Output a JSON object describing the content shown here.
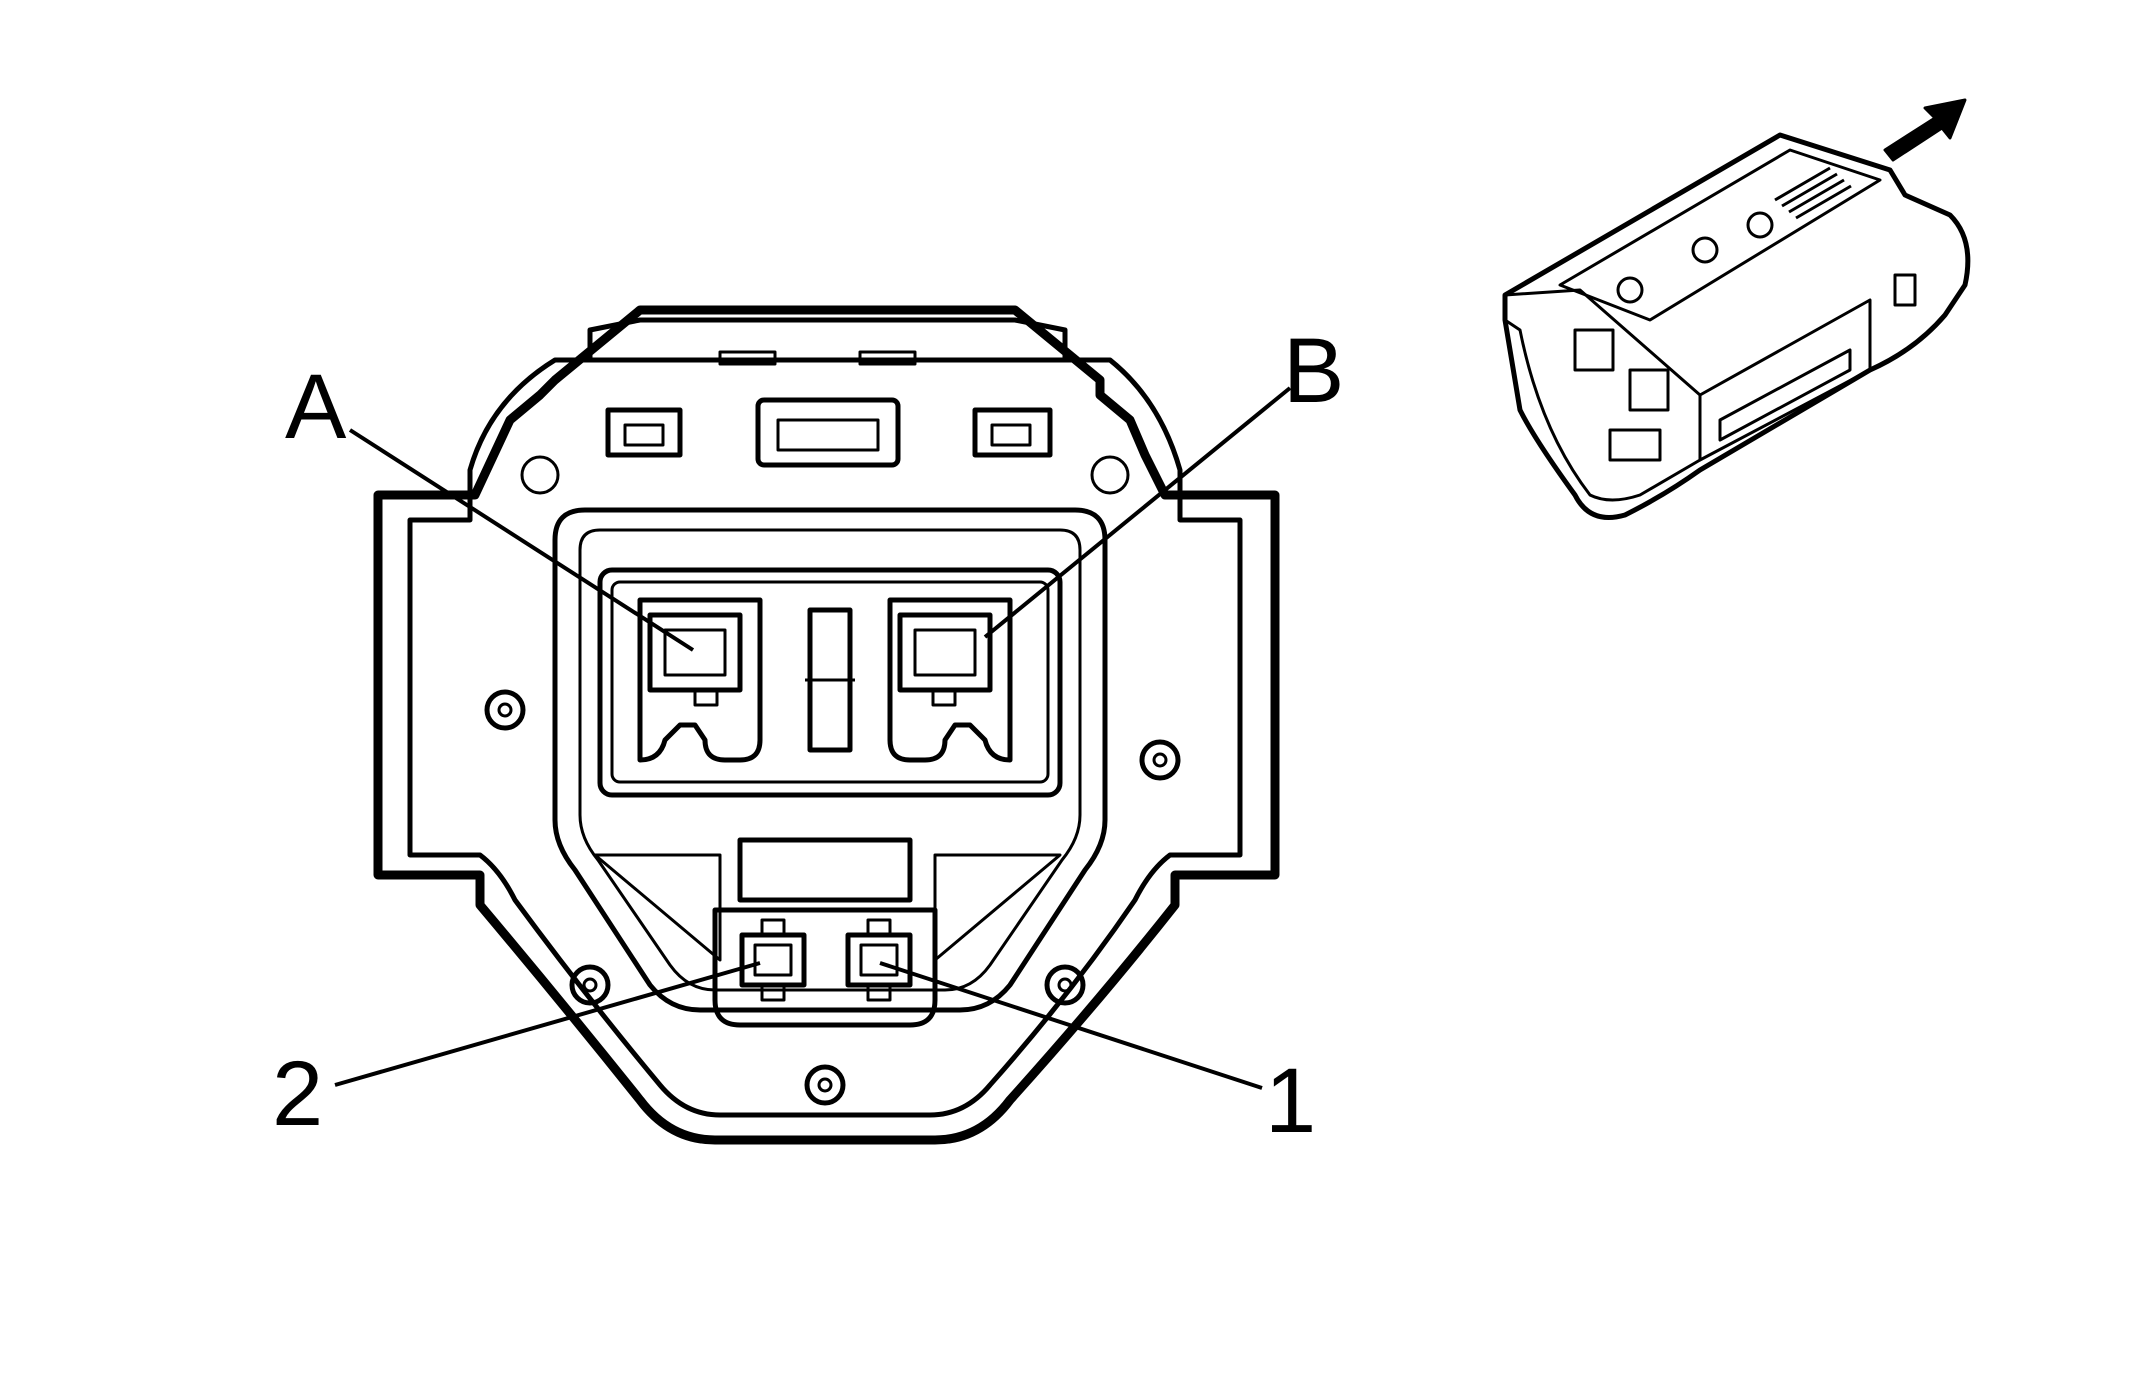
{
  "callouts": {
    "a": "A",
    "b": "B",
    "one": "1",
    "two": "2"
  },
  "colors": {
    "line": "#000000",
    "background": "#ffffff"
  },
  "icons": {
    "direction_arrow": "arrow-up-right-icon"
  }
}
